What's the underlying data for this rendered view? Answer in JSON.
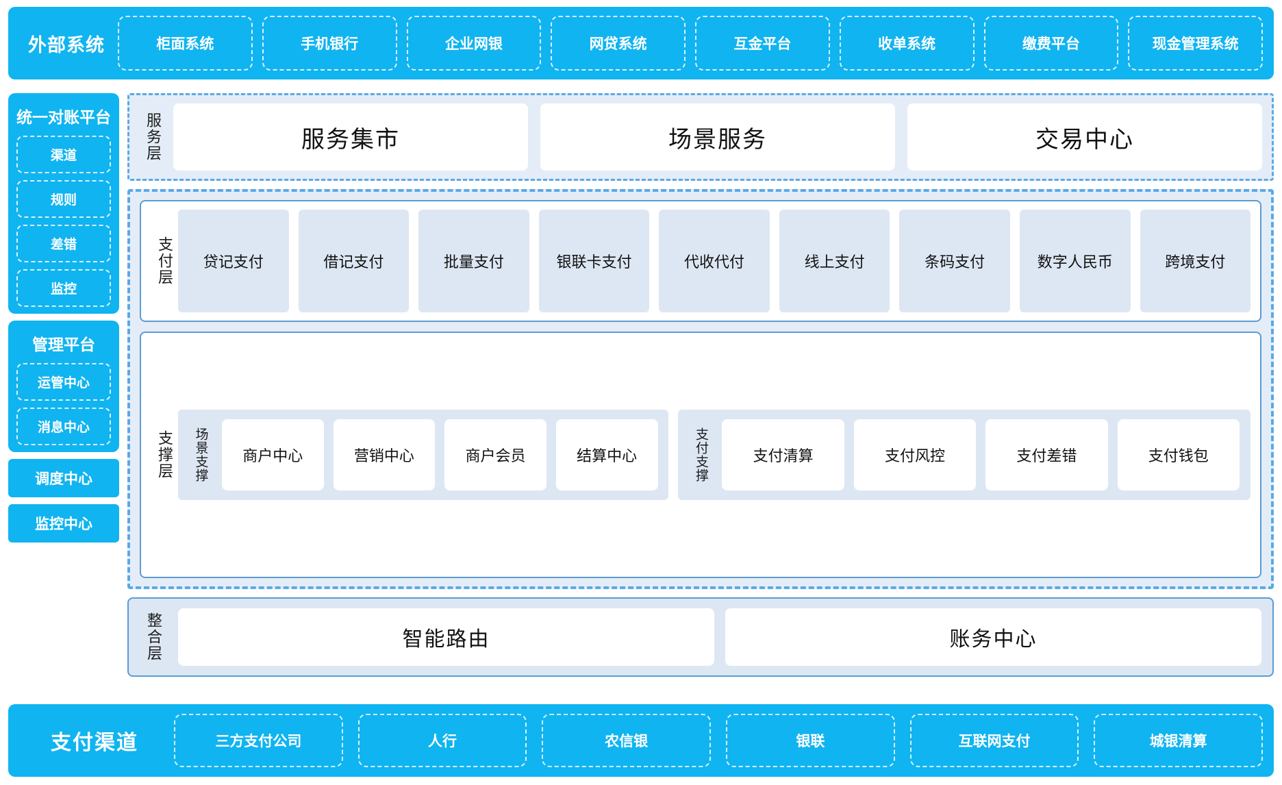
{
  "external_systems": {
    "title": "外部系统",
    "items": [
      {
        "label": "柜面系统"
      },
      {
        "label": "手机银行"
      },
      {
        "label": "企业网银"
      },
      {
        "label": "网贷系统"
      },
      {
        "label": "互金平台"
      },
      {
        "label": "收单系统"
      },
      {
        "label": "缴费平台"
      },
      {
        "label": "现金管理系统"
      }
    ]
  },
  "rail": {
    "reconciliation": {
      "title": "统一对账平台",
      "items": [
        {
          "label": "渠道"
        },
        {
          "label": "规则"
        },
        {
          "label": "差错"
        },
        {
          "label": "监控"
        }
      ]
    },
    "management": {
      "title": "管理平台",
      "items": [
        {
          "label": "运管中心"
        },
        {
          "label": "消息中心"
        }
      ]
    },
    "standalone": [
      {
        "label": "调度中心"
      },
      {
        "label": "监控中心"
      }
    ]
  },
  "service_layer": {
    "label": "服务层",
    "tiles": [
      {
        "label": "服务集市"
      },
      {
        "label": "场景服务"
      },
      {
        "label": "交易中心"
      }
    ]
  },
  "payment_layer": {
    "label": "支付层",
    "tiles": [
      {
        "label": "贷记支付"
      },
      {
        "label": "借记支付"
      },
      {
        "label": "批量支付"
      },
      {
        "label": "银联卡支付"
      },
      {
        "label": "代收代付"
      },
      {
        "label": "线上支付"
      },
      {
        "label": "条码支付"
      },
      {
        "label": "数字人民币"
      },
      {
        "label": "跨境支付"
      }
    ]
  },
  "support_layer": {
    "label": "支撑层",
    "groups": [
      {
        "label": "场景支撑",
        "tiles": [
          {
            "label": "商户中心"
          },
          {
            "label": "营销中心"
          },
          {
            "label": "商户会员"
          },
          {
            "label": "结算中心"
          }
        ]
      },
      {
        "label": "支付支撑",
        "tiles": [
          {
            "label": "支付清算"
          },
          {
            "label": "支付风控"
          },
          {
            "label": "支付差错"
          },
          {
            "label": "支付钱包"
          }
        ]
      }
    ]
  },
  "integration_layer": {
    "label": "整合层",
    "tiles": [
      {
        "label": "智能路由"
      },
      {
        "label": "账务中心"
      }
    ]
  },
  "payment_channels": {
    "title": "支付渠道",
    "items": [
      {
        "label": "三方支付公司"
      },
      {
        "label": "人行"
      },
      {
        "label": "农信银"
      },
      {
        "label": "银联"
      },
      {
        "label": "互联网支付"
      },
      {
        "label": "城银清算"
      }
    ]
  },
  "colors": {
    "brand_blue": "#10B4F0",
    "panel_blue": "#DDE7F3",
    "outline_blue": "#5B9BD5",
    "tile_white": "#FFFFFF"
  }
}
